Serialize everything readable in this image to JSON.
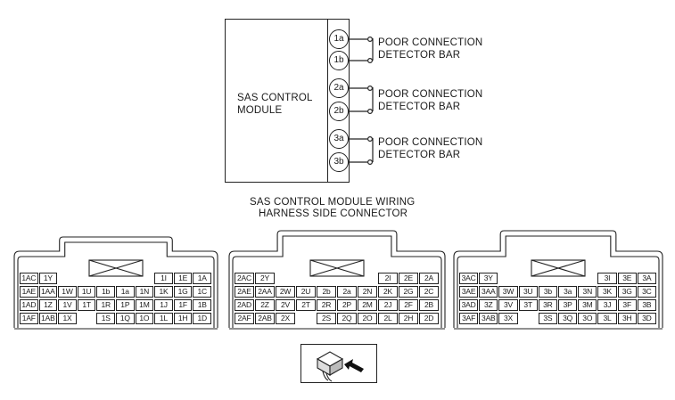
{
  "module": {
    "label_line1": "SAS CONTROL",
    "label_line2": "MODULE",
    "terminals": [
      "1a",
      "1b",
      "2a",
      "2b",
      "3a",
      "3b"
    ],
    "bars": [
      {
        "line1": "POOR CONNECTION",
        "line2": "DETECTOR BAR"
      },
      {
        "line1": "POOR CONNECTION",
        "line2": "DETECTOR BAR"
      },
      {
        "line1": "POOR CONNECTION",
        "line2": "DETECTOR BAR"
      }
    ]
  },
  "caption": {
    "line1": "SAS CONTROL MODULE WIRING",
    "line2": "HARNESS SIDE CONNECTOR"
  },
  "connectors": [
    {
      "rows": [
        [
          "1AC",
          "1Y",
          "",
          "",
          "",
          "",
          "",
          "1I",
          "1E",
          "1A"
        ],
        [
          "1AE",
          "1AA",
          "1W",
          "1U",
          "1b",
          "1a",
          "1N",
          "1K",
          "1G",
          "1C"
        ],
        [
          "1AD",
          "1Z",
          "1V",
          "1T",
          "1R",
          "1P",
          "1M",
          "1J",
          "1F",
          "1B"
        ],
        [
          "1AF",
          "1AB",
          "1X",
          "",
          "1S",
          "1Q",
          "1O",
          "1L",
          "1H",
          "1D"
        ]
      ]
    },
    {
      "rows": [
        [
          "2AC",
          "2Y",
          "",
          "",
          "",
          "",
          "",
          "2I",
          "2E",
          "2A"
        ],
        [
          "2AE",
          "2AA",
          "2W",
          "2U",
          "2b",
          "2a",
          "2N",
          "2K",
          "2G",
          "2C"
        ],
        [
          "2AD",
          "2Z",
          "2V",
          "2T",
          "2R",
          "2P",
          "2M",
          "2J",
          "2F",
          "2B"
        ],
        [
          "2AF",
          "2AB",
          "2X",
          "",
          "2S",
          "2Q",
          "2O",
          "2L",
          "2H",
          "2D"
        ]
      ]
    },
    {
      "rows": [
        [
          "3AC",
          "3Y",
          "",
          "",
          "",
          "",
          "",
          "3I",
          "3E",
          "3A"
        ],
        [
          "3AE",
          "3AA",
          "3W",
          "3U",
          "3b",
          "3a",
          "3N",
          "3K",
          "3G",
          "3C"
        ],
        [
          "3AD",
          "3Z",
          "3V",
          "3T",
          "3R",
          "3P",
          "3M",
          "3J",
          "3F",
          "3B"
        ],
        [
          "3AF",
          "3AB",
          "3X",
          "",
          "3S",
          "3Q",
          "3O",
          "3L",
          "3H",
          "3D"
        ]
      ]
    }
  ]
}
